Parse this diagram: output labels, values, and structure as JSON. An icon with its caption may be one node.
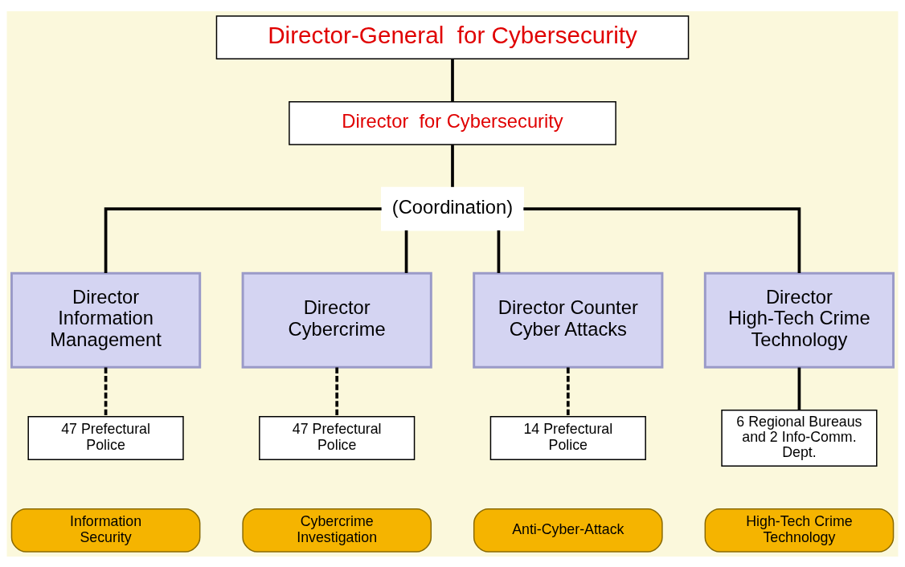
{
  "diagram": {
    "nodes": [
      {
        "text": [
          "Director-General  for Cybersecurity"
        ]
      },
      {
        "text": [
          "Director  for Cybersecurity"
        ]
      },
      {
        "text": [
          "(Coordination)"
        ]
      },
      {
        "text": [
          "Director Information Management"
        ]
      },
      {
        "text": [
          "Director Cybercrime"
        ]
      },
      {
        "text": [
          "Director Counter Cyber Attacks"
        ]
      },
      {
        "text": [
          "Director High-Tech Crime Technology"
        ]
      },
      {
        "text": [
          "47 Prefectural Police"
        ]
      },
      {
        "text": [
          "47 Prefectural Police"
        ]
      },
      {
        "text": [
          "14 Prefectural Police"
        ]
      },
      {
        "text": [
          "6 Regional Bureaus and 2 Info-Comm. Dept."
        ]
      },
      {
        "text": [
          "Information Security"
        ]
      },
      {
        "text": [
          "Cybercrime Investigation"
        ]
      },
      {
        "text": [
          "Anti-Cyber-Attack"
        ]
      },
      {
        "text": [
          "High-Tech Crime Technology"
        ]
      }
    ],
    "edges": [
      {
        "from": 0,
        "to": 1,
        "arrow": "none"
      },
      {
        "from": 1,
        "to": 2,
        "arrow": "none"
      },
      {
        "from": 2,
        "to": 3,
        "arrow": "none"
      },
      {
        "from": 2,
        "to": 4,
        "arrow": "none"
      },
      {
        "from": 2,
        "to": 5,
        "arrow": "none"
      },
      {
        "from": 2,
        "to": 6,
        "arrow": "none"
      },
      {
        "from": 3,
        "to": 7,
        "arrow": "none",
        "style": "dashed"
      },
      {
        "from": 4,
        "to": 8,
        "arrow": "none",
        "style": "dashed"
      },
      {
        "from": 5,
        "to": 9,
        "arrow": "none",
        "style": "dashed"
      },
      {
        "from": 6,
        "to": 10,
        "arrow": "none"
      }
    ]
  }
}
